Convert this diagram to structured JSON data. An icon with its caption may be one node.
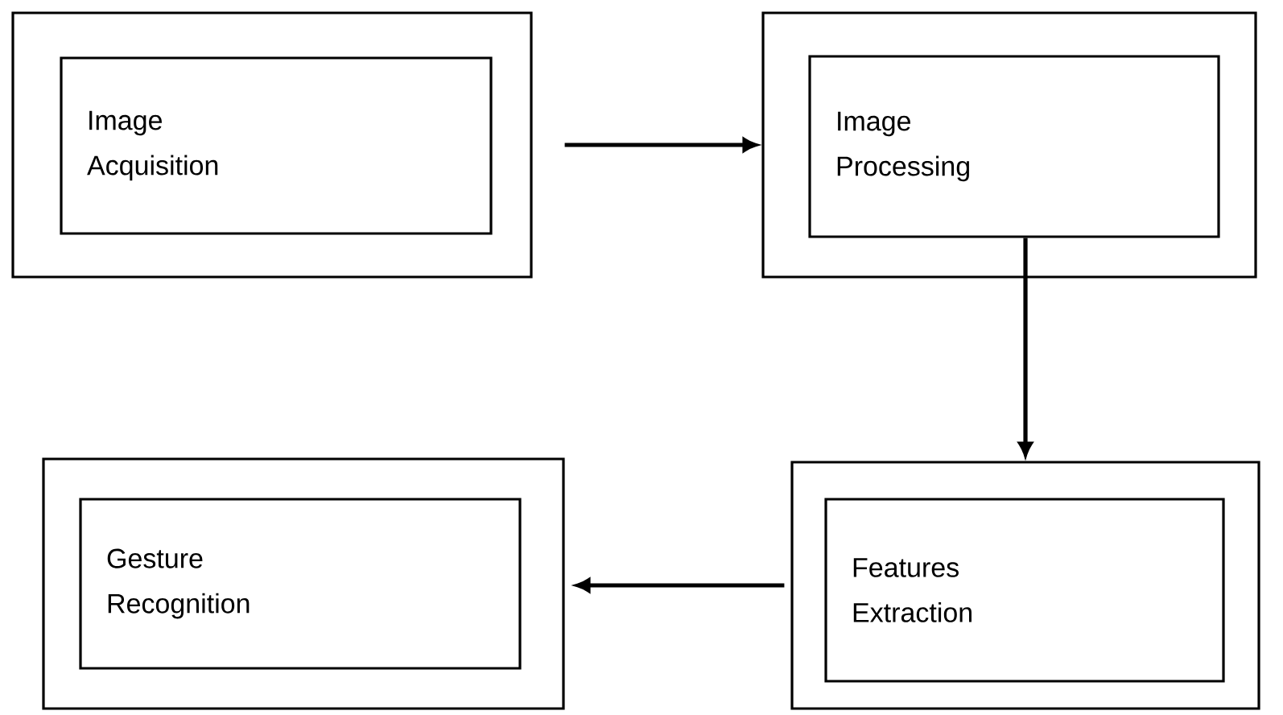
{
  "diagram": {
    "nodes": [
      {
        "text": [],
        "shape": "box"
      },
      {
        "text": [
          "Image Acquisition"
        ],
        "in": 0
      },
      {
        "text": [],
        "shape": "box"
      },
      {
        "text": [
          "Image Processing"
        ],
        "in": 2
      },
      {
        "text": [],
        "shape": "box"
      },
      {
        "text": [
          "Gesture Recognition"
        ],
        "in": 4
      },
      {
        "text": [],
        "shape": "box"
      },
      {
        "text": [
          "Features Extraction"
        ],
        "in": 6
      }
    ],
    "edges": [
      {
        "from": 0,
        "to": 2,
        "arrow": "to"
      },
      {
        "from": 3,
        "to": 6,
        "arrow": "to"
      },
      {
        "from": 6,
        "to": 4,
        "arrow": "to"
      }
    ]
  }
}
